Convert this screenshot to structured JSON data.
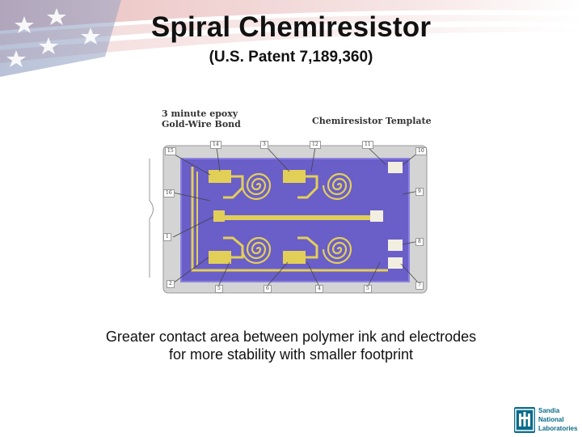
{
  "slide": {
    "title": "Spiral Chemiresistor",
    "subtitle": "(U.S. Patent 7,189,360)",
    "caption_line1": "Greater contact area between polymer ink and electrodes",
    "caption_line2": "for more stability with smaller footprint"
  },
  "figure": {
    "label_bond_line1": "3 minute epoxy",
    "label_bond_line2": "Gold-Wire Bond",
    "label_template": "Chemiresistor Template",
    "pins_top": [
      "14",
      "3",
      "12",
      "11"
    ],
    "pin_top_right": "10",
    "pin_top_left": "15",
    "pin_left_upper": "16",
    "pin_left_lower": "1",
    "pin_right_upper": "9",
    "pin_right_lower": "8",
    "pin_bottom_left": "2",
    "pins_bottom": [
      "5",
      "6",
      "4",
      "5"
    ],
    "pin_bottom_right": "7",
    "colors": {
      "substrate": "#6a5ec9",
      "gold": "#e2cf58",
      "frame": "#c9c9c9"
    }
  },
  "logo": {
    "line1": "Sandia",
    "line2": "National",
    "line3": "Laboratories",
    "color": "#0a6b8a"
  }
}
